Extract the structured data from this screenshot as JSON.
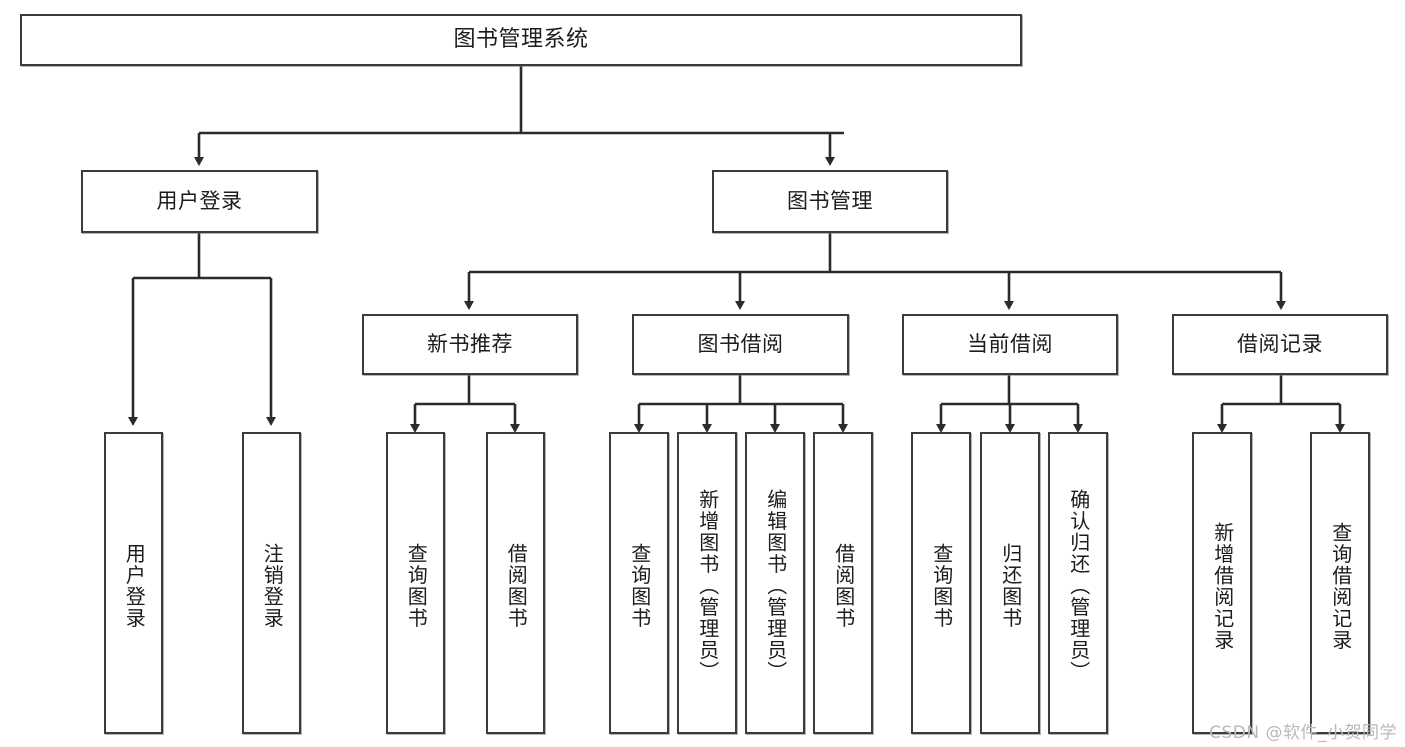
{
  "diagram": {
    "title": "图书管理系统",
    "type": "tree",
    "colors": {
      "background": "#ffffff",
      "node_border": "#3b3b3b",
      "node_fill": "#ffffff",
      "edge": "#2b2b2b",
      "text": "#1c1c1c",
      "watermark": "#b9b9b9"
    },
    "watermark": "CSDN @软件_小贺同学",
    "nodes": {
      "root": {
        "label": "图书管理系统"
      },
      "level2": [
        {
          "id": "user-login",
          "label": "用户登录"
        },
        {
          "id": "book-manage",
          "label": "图书管理"
        }
      ],
      "level3": [
        {
          "id": "new-book-rec",
          "label": "新书推荐"
        },
        {
          "id": "book-borrow",
          "label": "图书借阅"
        },
        {
          "id": "current-borrow",
          "label": "当前借阅"
        },
        {
          "id": "borrow-record",
          "label": "借阅记录"
        }
      ],
      "leaves": {
        "user-login": [
          {
            "id": "leaf-user-login",
            "label": "用户登录"
          },
          {
            "id": "leaf-logout",
            "label": "注销登录"
          }
        ],
        "new-book-rec": [
          {
            "id": "leaf-query-book-1",
            "label": "查询图书"
          },
          {
            "id": "leaf-borrow-book-1",
            "label": "借阅图书"
          }
        ],
        "book-borrow": [
          {
            "id": "leaf-query-book-2",
            "label": "查询图书"
          },
          {
            "id": "leaf-add-book",
            "label": "新增图书（管理员）"
          },
          {
            "id": "leaf-edit-book",
            "label": "编辑图书（管理员）"
          },
          {
            "id": "leaf-borrow-book-2",
            "label": "借阅图书"
          }
        ],
        "current-borrow": [
          {
            "id": "leaf-query-book-3",
            "label": "查询图书"
          },
          {
            "id": "leaf-return-book",
            "label": "归还图书"
          },
          {
            "id": "leaf-confirm-return",
            "label": "确认归还（管理员）"
          }
        ],
        "borrow-record": [
          {
            "id": "leaf-add-record",
            "label": "新增借阅记录"
          },
          {
            "id": "leaf-query-record",
            "label": "查询借阅记录"
          }
        ]
      }
    }
  }
}
